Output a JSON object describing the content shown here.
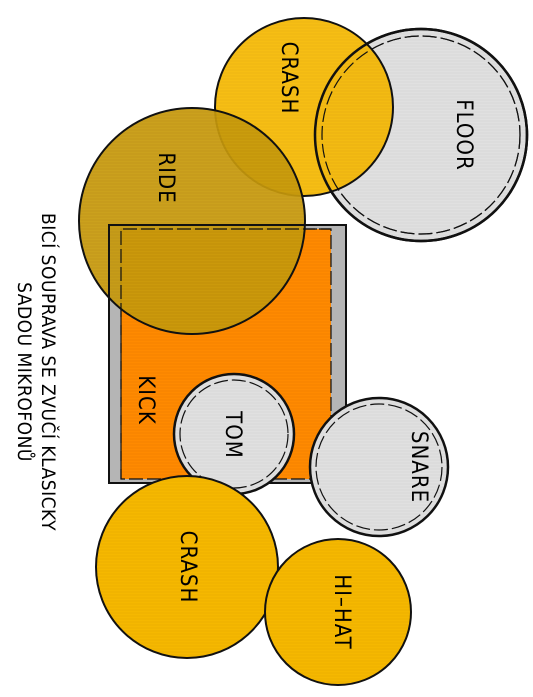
{
  "caption": {
    "line1": "BICÍ SOUPRAVA SE ZVUČÍ KLASICKY",
    "line2": "SADOU MIKROFONŮ"
  },
  "labels": {
    "crash_top": "CRASH",
    "floor": "FLOOR",
    "ride": "RIDE",
    "kick": "KICK",
    "tom": "TOM",
    "snare": "SNARE",
    "crash_bottom": "CRASH",
    "hihat": "HI–HAT"
  },
  "colors": {
    "cymbal": "#f5b800",
    "ride": "#c79a0c",
    "kick": "#ff8a00",
    "drum_head": "#e0e0e0",
    "outline": "#111111"
  }
}
